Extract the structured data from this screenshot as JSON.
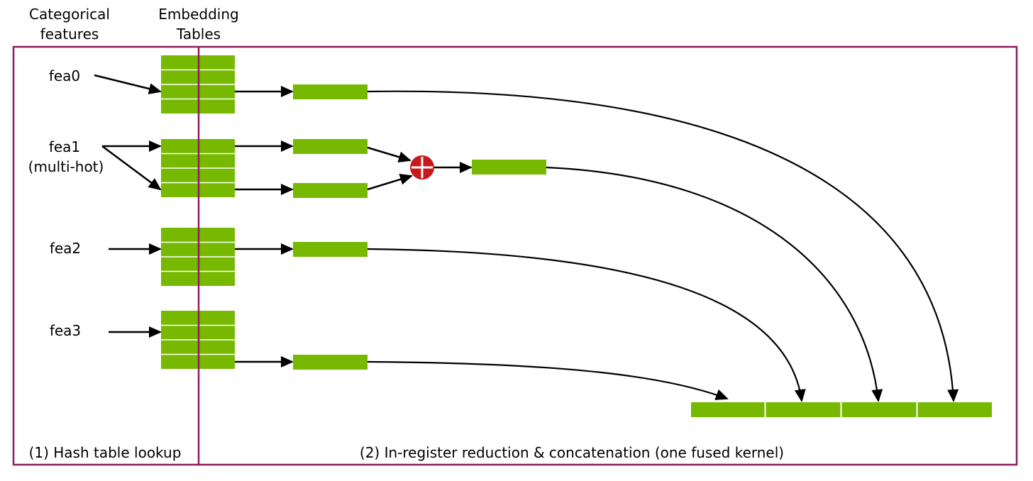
{
  "headers": {
    "categorical": [
      "Categorical",
      "features"
    ],
    "embedding": [
      "Embedding",
      "Tables"
    ]
  },
  "features": [
    {
      "name": "fea0",
      "note": ""
    },
    {
      "name": "fea1",
      "note": "(multi-hot)"
    },
    {
      "name": "fea2",
      "note": ""
    },
    {
      "name": "fea3",
      "note": ""
    }
  ],
  "sections": {
    "lookup": "(1) Hash table lookup",
    "reduction": "(2) In-register reduction & concatenation (one fused kernel)"
  },
  "colors": {
    "embedding_green": "#76b900",
    "frame": "#8c1d5a",
    "reduce_op": "#c8181b",
    "arrow": "#000000"
  },
  "icons": {
    "reduce_operator": "circled-plus-icon"
  }
}
